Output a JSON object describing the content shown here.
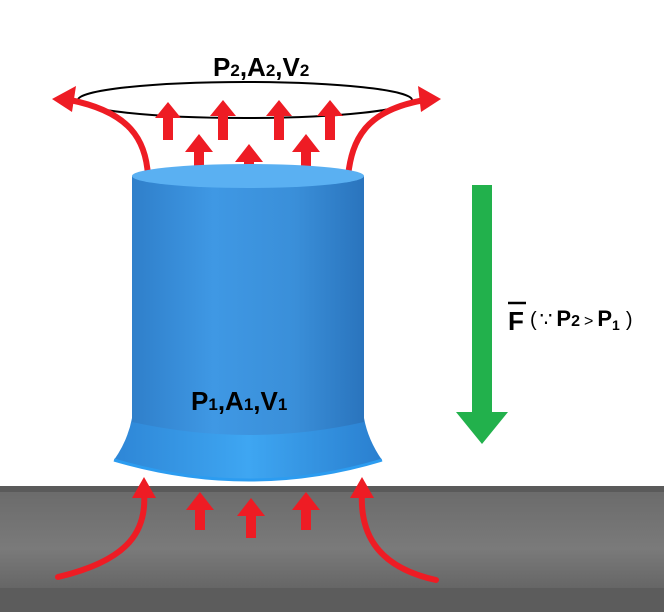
{
  "labels": {
    "top": {
      "p": "P",
      "p_sub": "2",
      "a": "A",
      "a_sub": "2",
      "v": "V",
      "v_sub": "2"
    },
    "bottom": {
      "p": "P",
      "p_sub": "1",
      "a": "A",
      "a_sub": "1",
      "v": "V",
      "v_sub": "1"
    },
    "force": {
      "symbol": "F",
      "open_paren": "(",
      "because": "∵",
      "lhs": "P",
      "lhs_sub": "2",
      "relation": ">",
      "rhs": "P",
      "rhs_sub": "1",
      "close_paren": ")"
    }
  },
  "colors": {
    "arrow_red": "#ee1c24",
    "force_green": "#22b14c",
    "cylinder_blue": "#3a8fd9",
    "cylinder_top": "#5ab0f2",
    "ground_dark": "#5f5f5f",
    "ground_light": "#747474"
  }
}
